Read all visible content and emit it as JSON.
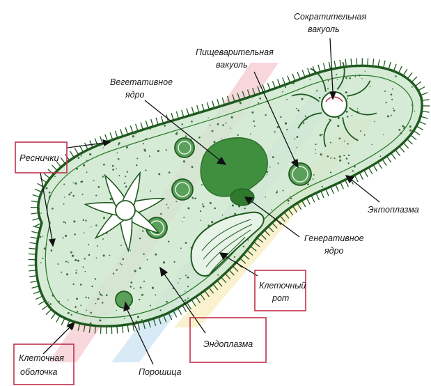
{
  "labels": {
    "sokrat_1": "Сократительная",
    "sokrat_2": "вакуоль",
    "pishch_1": "Пищеварительная",
    "pishch_2": "вакуоль",
    "veget_1": "Вегетативное",
    "veget_2": "ядро",
    "resnichki": "Реснички",
    "ektoplazma": "Эктоплазма",
    "gener_1": "Генеративное",
    "gener_2": "ядро",
    "klet_rot_1": "Клеточный",
    "klet_rot_2": "рот",
    "endoplazma": "Эндоплазма",
    "klet_obol_1": "Клеточная",
    "klet_obol_2": "оболочка",
    "poroshitsa": "Порошица"
  },
  "colors": {
    "membrane": "#1f5a1f",
    "cytoplasm": "#cfe7cf",
    "nucleus": "#3f8f3f",
    "highlight_box": "#c0304a",
    "watermark": [
      "#f2b8c0",
      "#b9d9f0",
      "#f6e7a8"
    ]
  }
}
